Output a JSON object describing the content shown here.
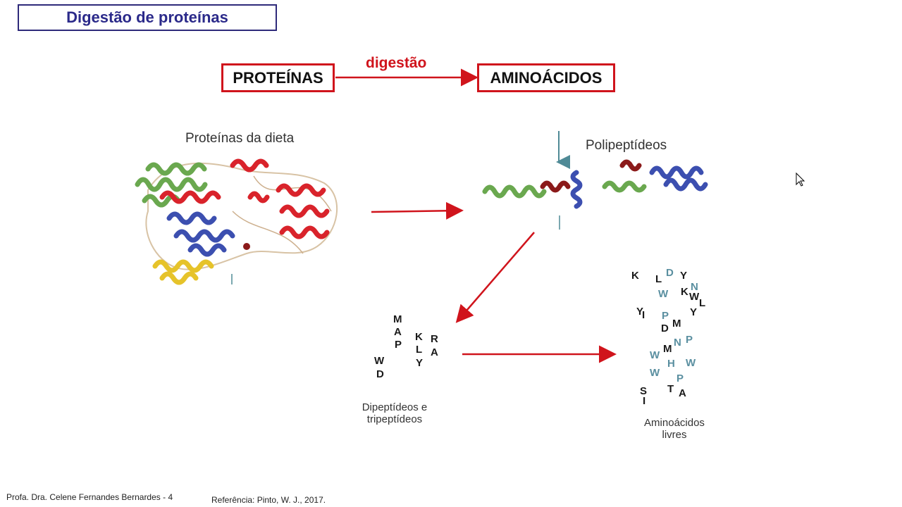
{
  "slide": {
    "title": "Digestão de proteínas",
    "box_left": "PROTEÍNAS",
    "box_right": "AMINOÁCIDOS",
    "arrow_label": "digestão",
    "caption_dieta": "Proteínas da dieta",
    "caption_poli": "Polipeptídeos",
    "caption_di_line1": "Dipeptídeos e",
    "caption_di_line2": "tripeptídeos",
    "caption_amino_line1": "Aminoácidos",
    "caption_amino_line2": "livres",
    "footer_author": "Profa. Dra. Celene Fernandes Bernardes - 4",
    "footer_ref": "Referência: Pinto, W. J., 2017."
  },
  "peptide_letters": [
    "M",
    "A",
    "P",
    "K",
    "L",
    "Y",
    "R",
    "A",
    "W",
    "D"
  ],
  "free_letters": [
    "K",
    "L",
    "D",
    "Y",
    "W",
    "K",
    "N",
    "W",
    "L",
    "Y",
    "I",
    "Y",
    "P",
    "D",
    "M",
    "M",
    "N",
    "P",
    "W",
    "W",
    "H",
    "W",
    "P",
    "S",
    "I",
    "T",
    "A"
  ],
  "colors": {
    "accent_red": "#d0141c",
    "title_blue": "#2b2a8a",
    "teal_letter": "#5a8fa0",
    "helix_red": "#d9232b",
    "helix_green": "#6aa84f",
    "helix_blue": "#3c4fb0",
    "helix_yellow": "#e6c32a",
    "helix_darkred": "#8b1a1a"
  },
  "icons": [
    "protein-structure-icon",
    "polypeptide-fragments-icon",
    "cursor-icon"
  ]
}
